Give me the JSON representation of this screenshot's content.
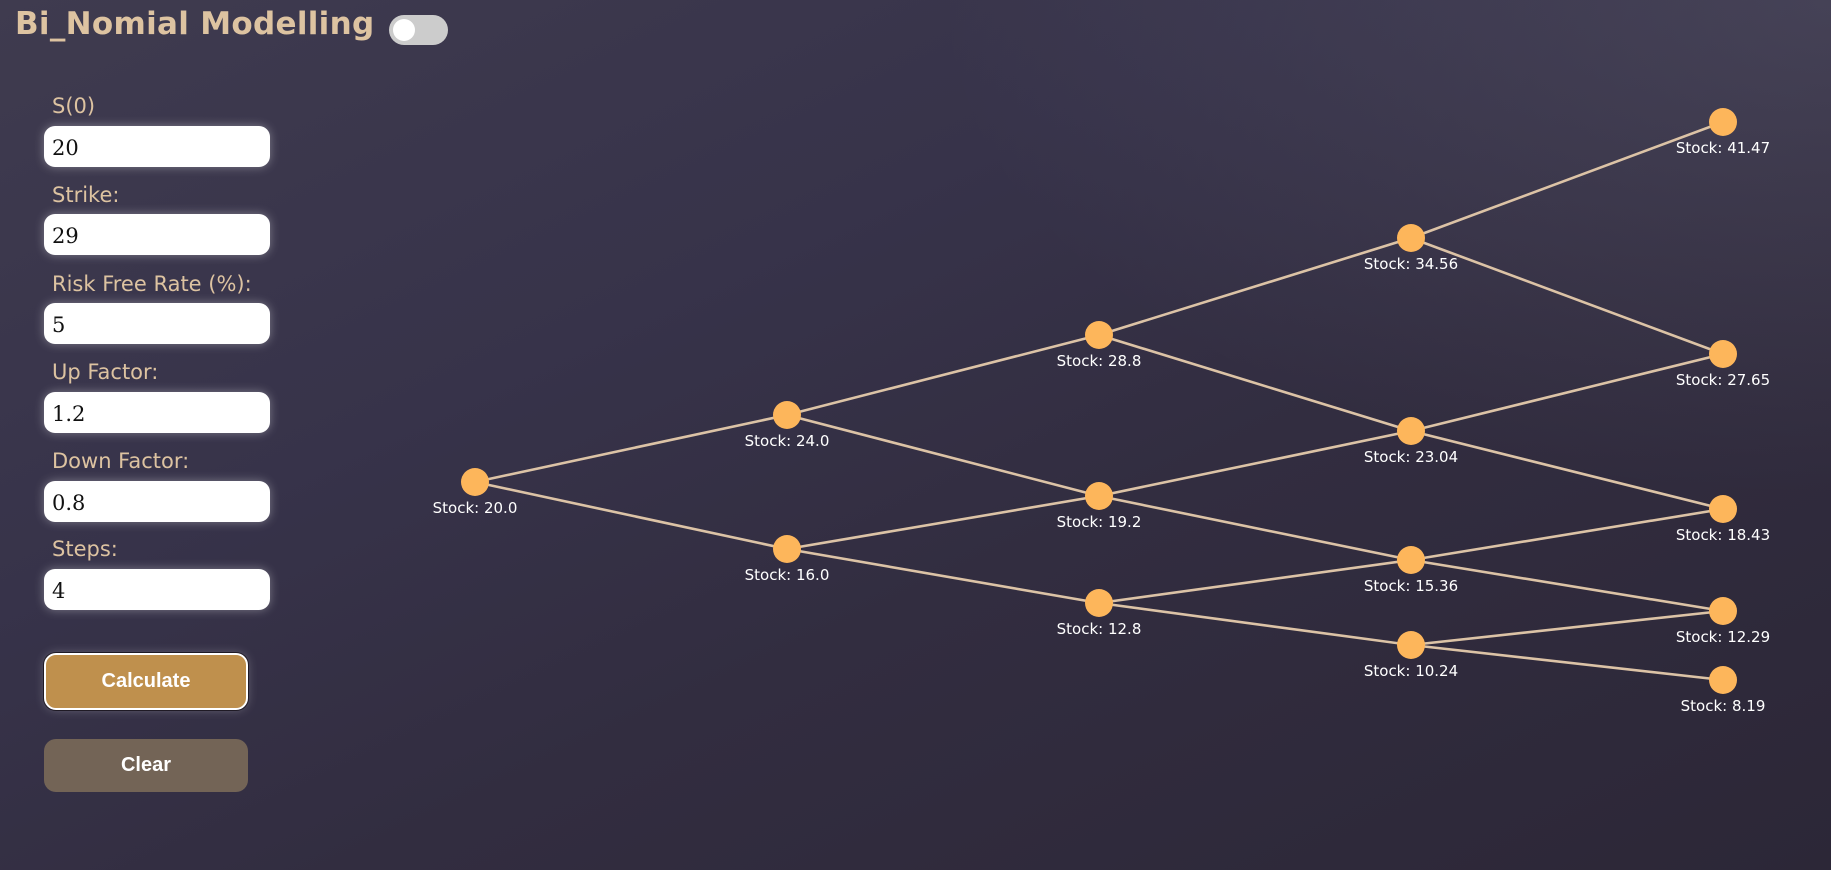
{
  "app": {
    "title": "Bi_Nomial Modelling"
  },
  "theme_toggle": {
    "state": "off"
  },
  "form": {
    "s0": {
      "label": "S(0)",
      "value": "20"
    },
    "strike": {
      "label": "Strike:",
      "value": "29"
    },
    "risk_free_rate": {
      "label": "Risk Free Rate (%):",
      "value": "5"
    },
    "up_factor": {
      "label": "Up Factor:",
      "value": "1.2"
    },
    "down_factor": {
      "label": "Down Factor:",
      "value": "0.8"
    },
    "steps": {
      "label": "Steps:",
      "value": "4"
    }
  },
  "buttons": {
    "calculate": "Calculate",
    "clear": "Clear"
  },
  "tree": {
    "node_color": "#fdb65b",
    "edge_color": "#dcc3a6",
    "levels": [
      [
        "Stock: 20.0"
      ],
      [
        "Stock: 24.0",
        "Stock: 16.0"
      ],
      [
        "Stock: 28.8",
        "Stock: 19.2",
        "Stock: 12.8"
      ],
      [
        "Stock: 34.56",
        "Stock: 23.04",
        "Stock: 15.36",
        "Stock: 10.24"
      ],
      [
        "Stock: 41.47",
        "Stock: 27.65",
        "Stock: 18.43",
        "Stock: 12.29",
        "Stock: 8.19"
      ]
    ]
  }
}
